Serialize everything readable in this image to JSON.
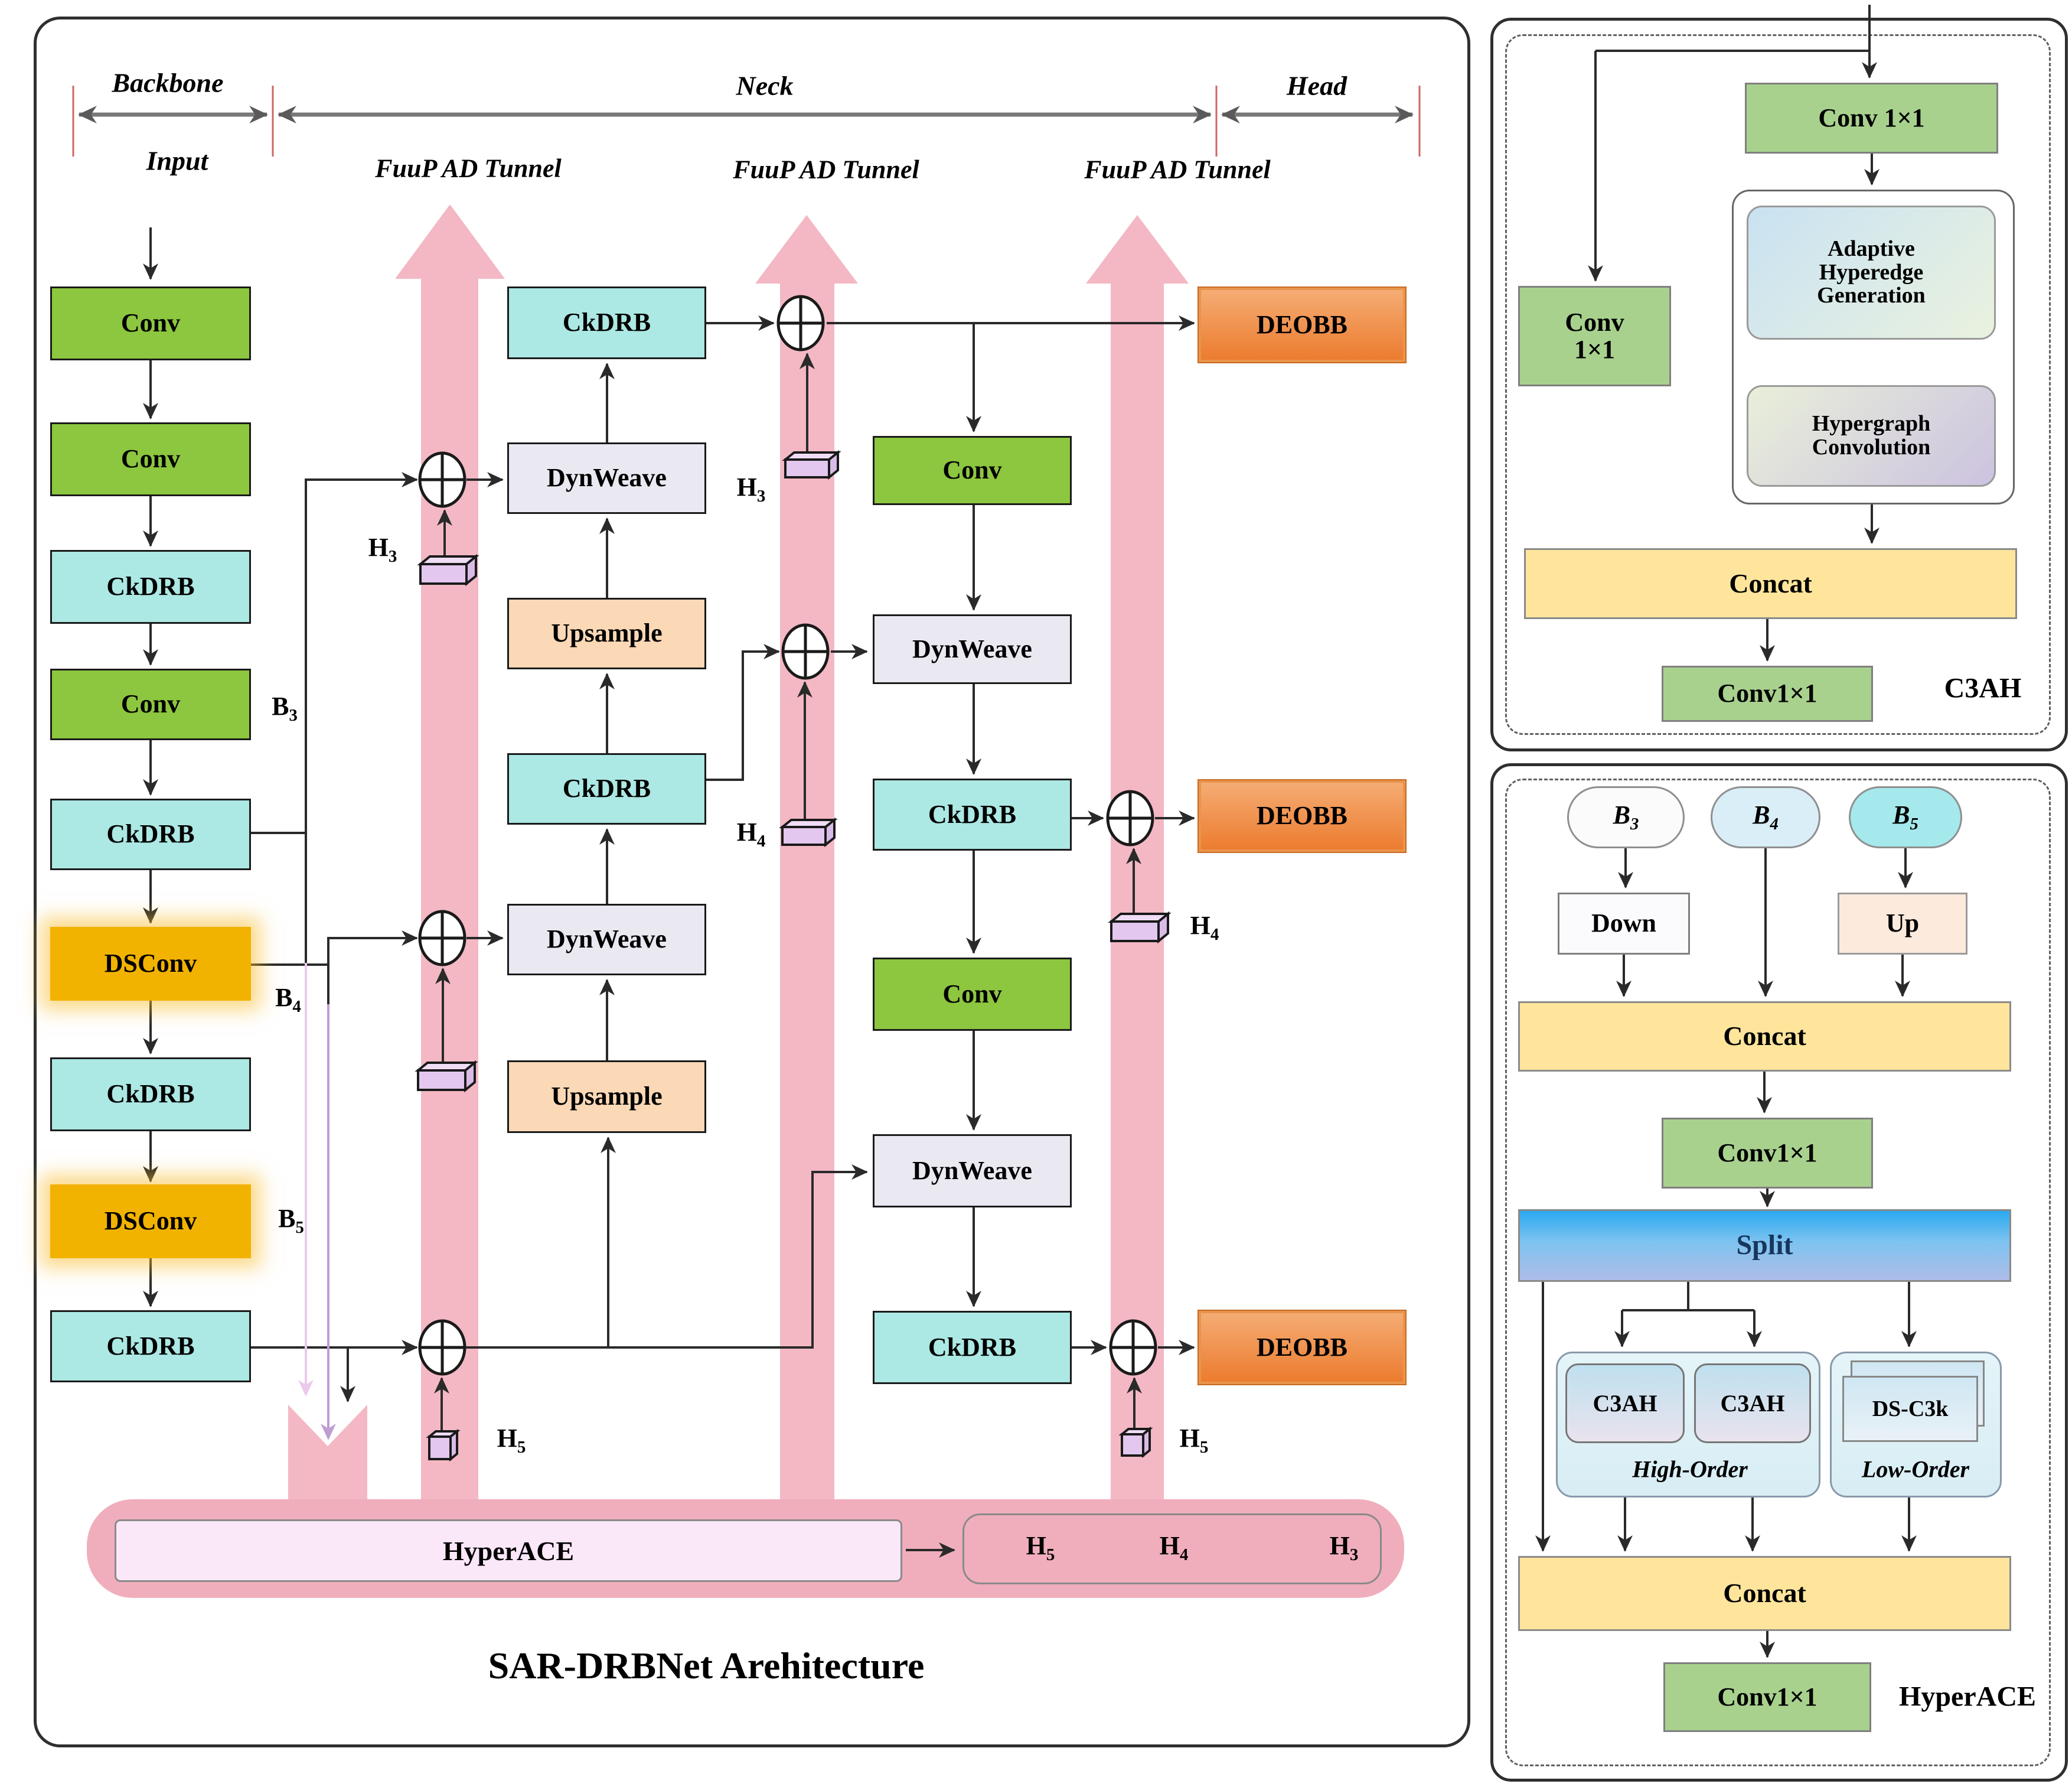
{
  "title": "SAR-DRBNet Arehitecture",
  "header": {
    "backbone": "Backbone",
    "neck": "Neck",
    "head": "Head",
    "input": "Input",
    "tunnel1": "FuuP AD Tunnel",
    "tunnel2": "FuuP AD Tunnel",
    "tunnel3": "FuuP AD Tunnel"
  },
  "backbone": {
    "r1": "Conv",
    "r2": "Conv",
    "r3": "CkDRB",
    "r4": "Conv",
    "r5": "CkDRB",
    "r6": "DSConv",
    "r7": "CkDRB",
    "r8": "DSConv",
    "r9": "CkDRB",
    "b3": {
      "t": "B",
      "s": "3"
    },
    "b4": {
      "t": "B",
      "s": "4"
    },
    "b5": {
      "t": "B",
      "s": "5"
    }
  },
  "col2": {
    "r1": "CkDRB",
    "r2": "DynWeave",
    "r3": "Upsample",
    "r4": "CkDRB",
    "r5": "DynWeave",
    "r6": "Upsample"
  },
  "col3": {
    "r1": "Conv",
    "r2": "DynWeave",
    "r3": "CkDRB",
    "r4": "Conv",
    "r5": "DynWeave",
    "r6": "CkDRB"
  },
  "headcol": {
    "d1": "DEOBB",
    "d2": "DEOBB",
    "d3": "DEOBB"
  },
  "h": {
    "h3": {
      "t": "H",
      "s": "3"
    },
    "h4": {
      "t": "H",
      "s": "4"
    },
    "h5": {
      "t": "H",
      "s": "5"
    }
  },
  "hyperace_bar": {
    "label": "HyperACE"
  },
  "colors": {
    "conv_green": "#8DC63F",
    "ckdrb_cyan": "#ACE8E4",
    "dsconv_amber": "#F2B200",
    "dynweave": "#EAE9F2",
    "upsample_peach": "#FBD8B6",
    "deobb_orange": "#EC7C2F",
    "tunnel_pink": "#F3B8C4",
    "hyperace_pink": "#F0AEBC",
    "concat_yellow": "#FFE59B",
    "split_blue": "#2AA9F1",
    "panel_green": "#A9D18E",
    "h_lavender": "#E3C7EE"
  },
  "c3ah": {
    "conv_top": "Conv 1×1",
    "conv_left_1": "Conv",
    "conv_left_2": "1×1",
    "ahg_1": "Adaptive",
    "ahg_2": "Hyperedge",
    "ahg_3": "Generation",
    "hg_1": "Hypergraph",
    "hg_2": "Convolution",
    "concat": "Concat",
    "conv_out": "Conv1×1",
    "tag": "C3AH"
  },
  "hyp": {
    "b3": {
      "t": "B",
      "s": "3"
    },
    "b4": {
      "t": "B",
      "s": "4"
    },
    "b5": {
      "t": "B",
      "s": "5"
    },
    "down": "Down",
    "up": "Up",
    "concat1": "Concat",
    "conv1": "Conv1×1",
    "split": "Split",
    "c3ah1": "C3AH",
    "c3ah2": "C3AH",
    "dsc3k": "DS-C3k",
    "high": "High-Order",
    "low": "Low-Order",
    "concat2": "Concat",
    "conv2": "Conv1×1",
    "tag": "HyperACE"
  }
}
